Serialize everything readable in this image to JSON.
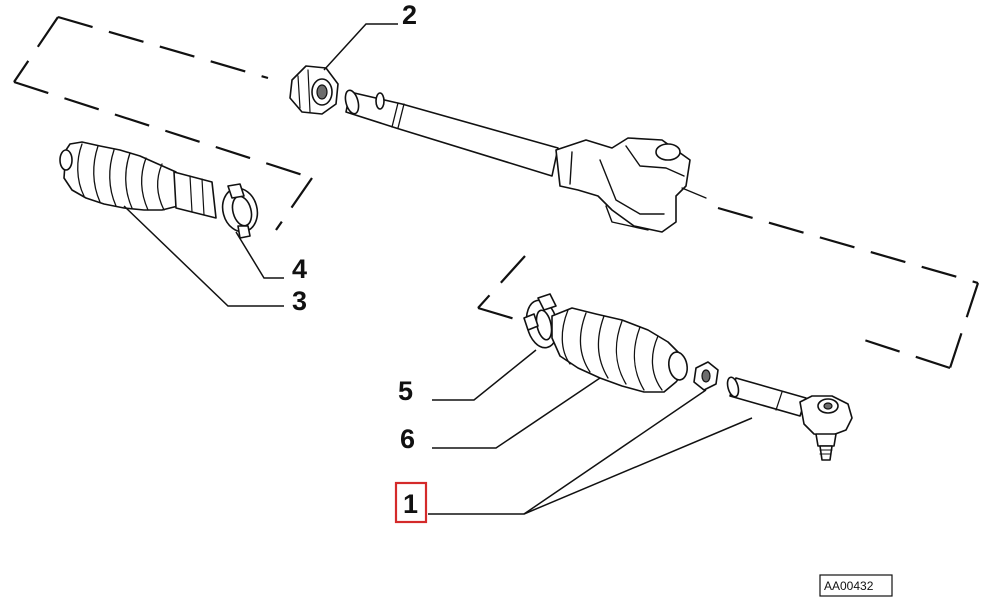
{
  "diagram": {
    "callouts": {
      "c1": "1",
      "c2": "2",
      "c3": "3",
      "c4": "4",
      "c5": "5",
      "c6": "6"
    },
    "reference_code": "AA00432",
    "colors": {
      "ink": "#111111",
      "highlight": "#d42a2a",
      "background": "#ffffff"
    }
  }
}
